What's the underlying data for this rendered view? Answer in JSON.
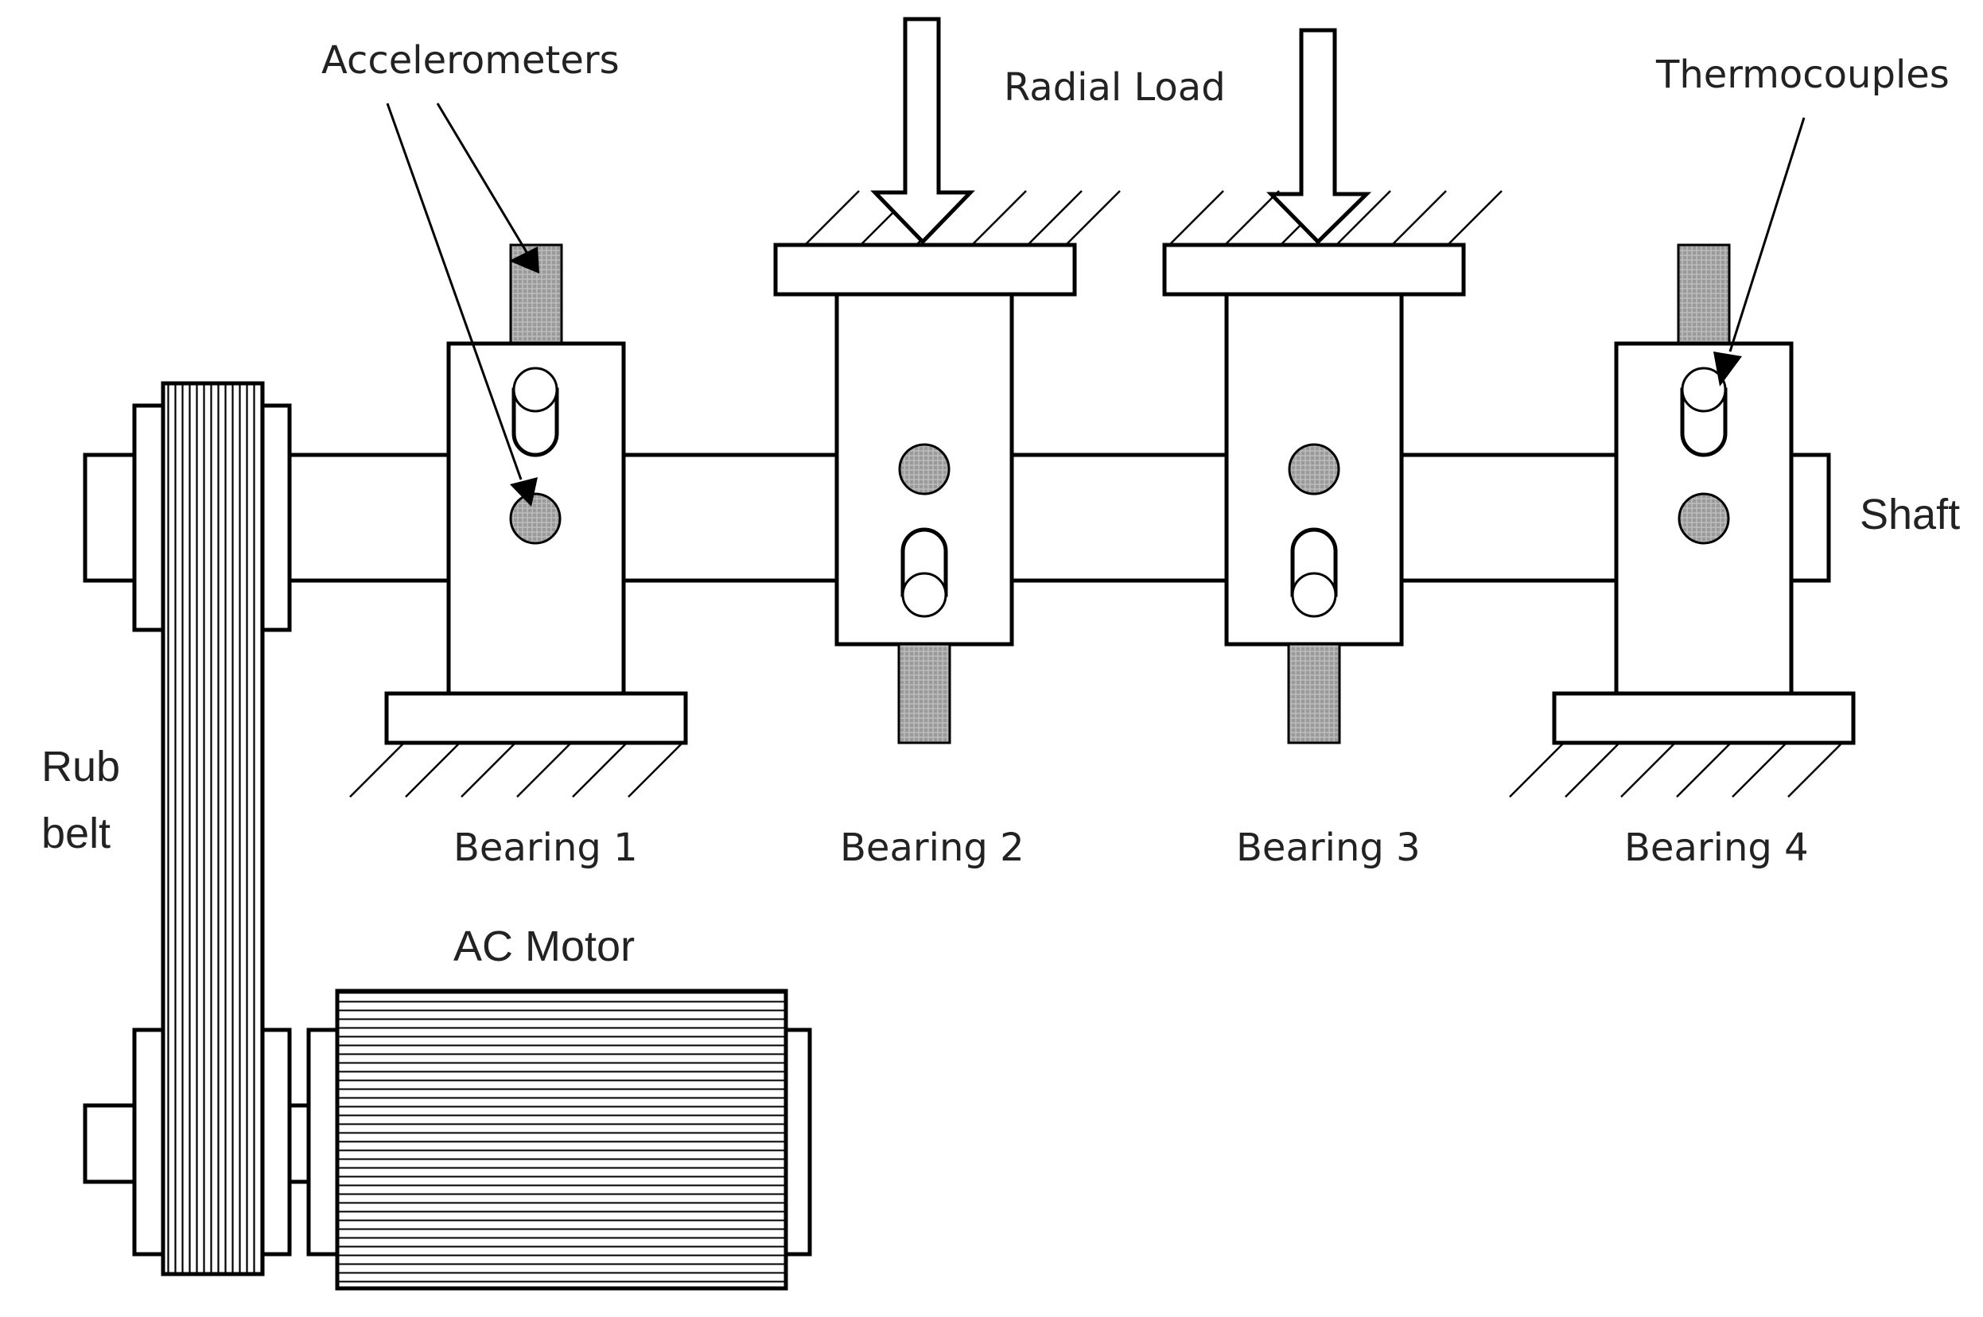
{
  "labels": {
    "accelerometers": "Accelerometers",
    "radial_load": "Radial Load",
    "thermocouples": "Thermocouples",
    "shaft": "Shaft",
    "rub": "Rub",
    "belt": "belt",
    "ac_motor": "AC Motor",
    "bearing_1": "Bearing 1",
    "bearing_2": "Bearing 2",
    "bearing_3": "Bearing 3",
    "bearing_4": "Bearing 4"
  },
  "colors": {
    "line": "#000000",
    "sensor_fill": "#a9a9a9",
    "text": "#222222",
    "background": "#ffffff"
  }
}
